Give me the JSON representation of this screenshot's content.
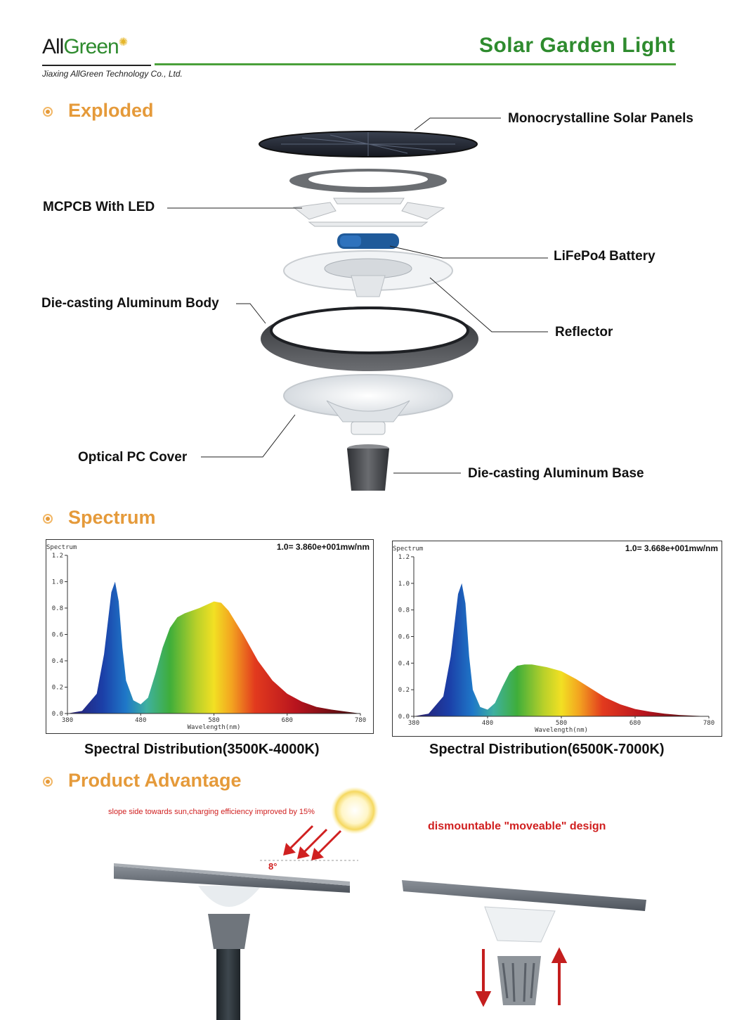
{
  "header": {
    "logo_prefix": "All",
    "logo_suffix": "Green",
    "company": "Jiaxing AllGreen Technology Co., Ltd.",
    "title": "Solar Garden Light",
    "accent_color": "#2e8b2e",
    "section_color": "#e59a3a"
  },
  "sections": {
    "exploded": "Exploded",
    "spectrum": "Spectrum",
    "advantage": "Product Advantage"
  },
  "exploded_labels": {
    "solar_panels": "Monocrystalline Solar Panels",
    "mcpcb": "MCPCB With LED",
    "battery": "LiFePo4 Battery",
    "body": "Die-casting Aluminum Body",
    "reflector": "Reflector",
    "cover": "Optical PC Cover",
    "base": "Die-casting Aluminum Base"
  },
  "chart_data": [
    {
      "type": "area",
      "title": "1.0= 3.860e+001mw/nm",
      "corner_label": "Spectrum",
      "xlabel": "Wavelength(nm)",
      "ylabel": "",
      "xlim": [
        380,
        780
      ],
      "ylim": [
        0,
        1.2
      ],
      "x_ticks": [
        "380",
        "480",
        "580",
        "680",
        "780"
      ],
      "y_ticks": [
        "0.0",
        "0.2",
        "0.4",
        "0.6",
        "0.8",
        "1.0",
        "1.2"
      ],
      "x": [
        380,
        400,
        420,
        430,
        440,
        445,
        450,
        455,
        460,
        470,
        480,
        490,
        500,
        510,
        520,
        530,
        540,
        560,
        580,
        590,
        600,
        620,
        640,
        660,
        680,
        700,
        720,
        740,
        760,
        780
      ],
      "y": [
        0.0,
        0.02,
        0.15,
        0.45,
        0.92,
        1.0,
        0.85,
        0.5,
        0.25,
        0.1,
        0.07,
        0.12,
        0.3,
        0.5,
        0.65,
        0.73,
        0.76,
        0.8,
        0.85,
        0.84,
        0.78,
        0.6,
        0.4,
        0.25,
        0.15,
        0.09,
        0.05,
        0.03,
        0.015,
        0.0
      ],
      "caption": "Spectral Distribution(3500K-4000K)"
    },
    {
      "type": "area",
      "title": "1.0= 3.668e+001mw/nm",
      "corner_label": "Spectrum",
      "xlabel": "Wavelength(nm)",
      "ylabel": "",
      "xlim": [
        380,
        780
      ],
      "ylim": [
        0,
        1.2
      ],
      "x_ticks": [
        "380",
        "480",
        "580",
        "680",
        "780"
      ],
      "y_ticks": [
        "0.0",
        "0.2",
        "0.4",
        "0.6",
        "0.8",
        "1.0",
        "1.2"
      ],
      "x": [
        380,
        400,
        420,
        430,
        440,
        445,
        450,
        455,
        460,
        470,
        480,
        490,
        500,
        510,
        520,
        530,
        540,
        560,
        580,
        590,
        600,
        620,
        640,
        660,
        680,
        700,
        720,
        740,
        760,
        780
      ],
      "y": [
        0.0,
        0.02,
        0.15,
        0.45,
        0.92,
        1.0,
        0.85,
        0.45,
        0.2,
        0.07,
        0.05,
        0.1,
        0.22,
        0.33,
        0.38,
        0.39,
        0.39,
        0.37,
        0.34,
        0.31,
        0.28,
        0.21,
        0.14,
        0.09,
        0.055,
        0.035,
        0.02,
        0.01,
        0.005,
        0.0
      ],
      "caption": "Spectral Distribution(6500K-7000K)"
    }
  ],
  "advantages": {
    "slope_note": "slope side towards sun,charging efficiency improved by 15%",
    "angle": "8°",
    "design_note": "dismountable \"moveable\" design"
  }
}
